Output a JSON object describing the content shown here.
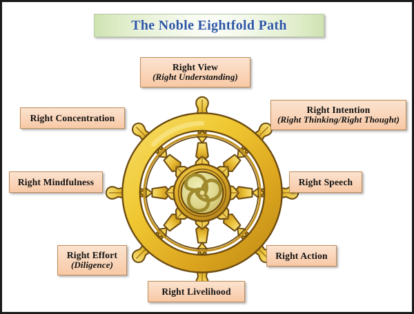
{
  "page": {
    "border_color": "#1a1a1a",
    "background": "#ffffff"
  },
  "title": {
    "text": "The Noble Eightfold Path",
    "text_color": "#2e57a4",
    "banner_gradient_from": "#cfe3b2",
    "banner_gradient_to": "#fbfdf6",
    "banner_border": "#b9c9a8"
  },
  "diagram": {
    "type": "dharma-wheel",
    "icon_name": "dharmachakra-wheel",
    "spoke_count": 8,
    "hub_symbol": "triskelion-spiral",
    "colors": {
      "gold_light": "#f2cf3e",
      "gold_mid": "#e0a92a",
      "gold_dark": "#a8751a",
      "outline": "#6b4a10",
      "hub_pale": "#e9eab0"
    }
  },
  "labels": {
    "box_fill_top": "#fbe3cf",
    "box_fill_bottom": "#f8c9a6",
    "box_border": "#c08b57",
    "items": [
      {
        "id": "right-view",
        "main": "Right View",
        "sub": "(Right Understanding)"
      },
      {
        "id": "right-intention",
        "main": "Right Intention",
        "sub": "(Right Thinking/Right Thought)"
      },
      {
        "id": "right-speech",
        "main": "Right Speech",
        "sub": ""
      },
      {
        "id": "right-action",
        "main": "Right Action",
        "sub": ""
      },
      {
        "id": "right-livelihood",
        "main": "Right Livelihood",
        "sub": ""
      },
      {
        "id": "right-effort",
        "main": "Right Effort",
        "sub": "(Diligence)"
      },
      {
        "id": "right-mindfulness",
        "main": "Right Mindfulness",
        "sub": ""
      },
      {
        "id": "right-concentration",
        "main": "Right Concentration",
        "sub": ""
      }
    ]
  }
}
